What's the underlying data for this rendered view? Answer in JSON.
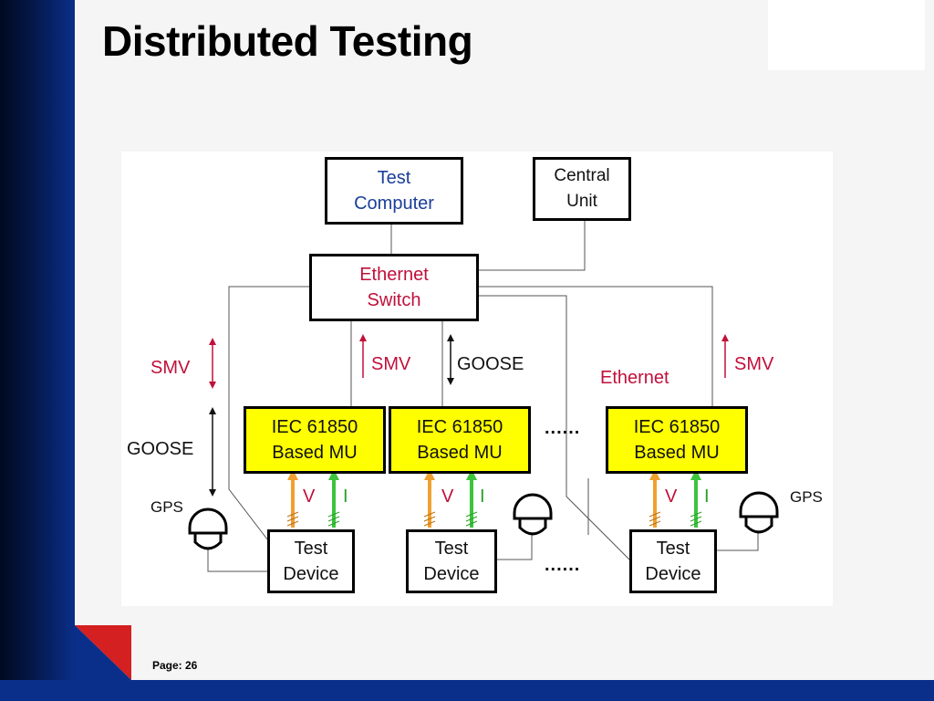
{
  "slide": {
    "title": "Distributed Testing",
    "page": "Page: 26"
  },
  "diagram": {
    "test_computer": "Test\nComputer",
    "central_unit": "Central\nUnit",
    "ethernet_switch": "Ethernet\nSwitch",
    "merging_units": [
      "IEC 61850\nBased MU",
      "IEC 61850\nBased MU",
      "IEC 61850\nBased MU"
    ],
    "test_devices": [
      "Test\nDevice",
      "Test\nDevice",
      "Test\nDevice"
    ],
    "labels": {
      "smv": "SMV",
      "goose": "GOOSE",
      "gps": "GPS",
      "ethernet": "Ethernet",
      "v": "V",
      "i": "I",
      "ellipsis": "......"
    },
    "colors": {
      "mu_fill": "#ffff00",
      "label_red": "#c0103a",
      "computer_text": "#1a3e9a",
      "voltage_arrow": "#f0a030",
      "current_arrow": "#3cc43c"
    }
  }
}
